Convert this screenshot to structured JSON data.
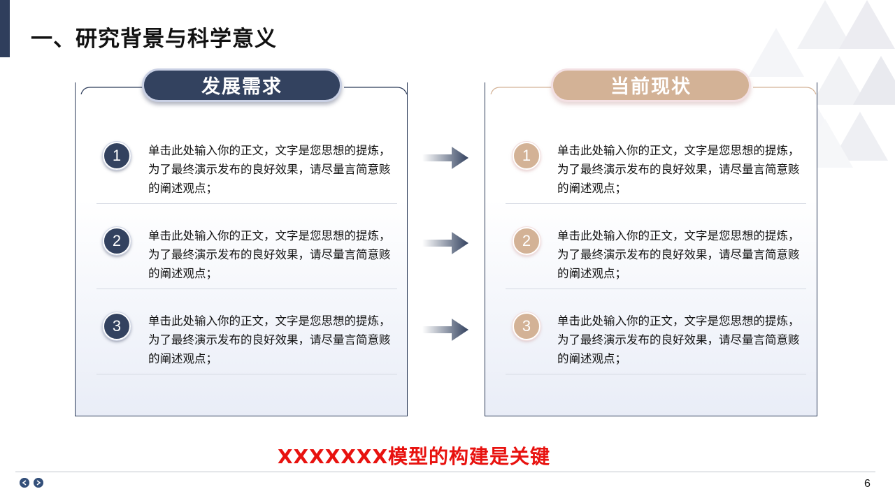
{
  "page": {
    "title": "一、研究背景与科学意义",
    "page_number": "6"
  },
  "left_panel": {
    "header": "发展需求",
    "items": [
      {
        "num": "1",
        "text": "单击此处输入你的正文，文字是您思想的提炼，为了最终演示发布的良好效果，请尽量言简意赅的阐述观点；"
      },
      {
        "num": "2",
        "text": "单击此处输入你的正文，文字是您思想的提炼，为了最终演示发布的良好效果，请尽量言简意赅的阐述观点；"
      },
      {
        "num": "3",
        "text": "单击此处输入你的正文，文字是您思想的提炼，为了最终演示发布的良好效果，请尽量言简意赅的阐述观点；"
      }
    ]
  },
  "right_panel": {
    "header": "当前现状",
    "items": [
      {
        "num": "1",
        "text": "单击此处输入你的正文，文字是您思想的提炼，为了最终演示发布的良好效果，请尽量言简意赅的阐述观点；"
      },
      {
        "num": "2",
        "text": "单击此处输入你的正文，文字是您思想的提炼，为了最终演示发布的良好效果，请尽量言简意赅的阐述观点；"
      },
      {
        "num": "3",
        "text": "单击此处输入你的正文，文字是您思想的提炼，为了最终演示发布的良好效果，请尽量言简意赅的阐述观点；"
      }
    ]
  },
  "conclusion": "XXXXXXX模型的构建是关键",
  "colors": {
    "navy": "#33425f",
    "tan": "#d3b296",
    "conclusion_red": "#e8120f"
  },
  "icons": {
    "prev": "arrow-left-circle-icon",
    "next": "arrow-right-circle-icon",
    "flow": "arrow-right-icon"
  }
}
